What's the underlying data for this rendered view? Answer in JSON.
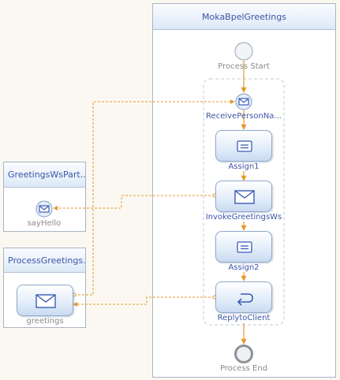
{
  "process": {
    "title": "MokaBpelGreetings",
    "start_label": "Process Start",
    "end_label": "Process End",
    "activities": [
      {
        "label": "ReceivePersonNa...",
        "icon": "envelope-icon",
        "kind": "receive"
      },
      {
        "label": "Assign1",
        "icon": "assign-icon",
        "kind": "assign"
      },
      {
        "label": "InvokeGreetingsWs",
        "icon": "envelope-icon",
        "kind": "invoke"
      },
      {
        "label": "Assign2",
        "icon": "assign-icon",
        "kind": "assign"
      },
      {
        "label": "ReplytoClient",
        "icon": "reply-arrow-icon",
        "kind": "reply"
      }
    ]
  },
  "partner_links": [
    {
      "title": "GreetingsWsPart...",
      "operation": "sayHello",
      "icon": "envelope-icon"
    },
    {
      "title": "ProcessGreetings...",
      "operation": "greetings",
      "icon": "envelope-icon"
    }
  ],
  "colors": {
    "flow_line": "#e39a2d",
    "partner_link_line": "#e39a2d",
    "panel_border": "#a9b4c3",
    "header_text": "#3b55a6",
    "activity_border": "#8eaacb",
    "icon_blue": "#3b5bb5"
  }
}
